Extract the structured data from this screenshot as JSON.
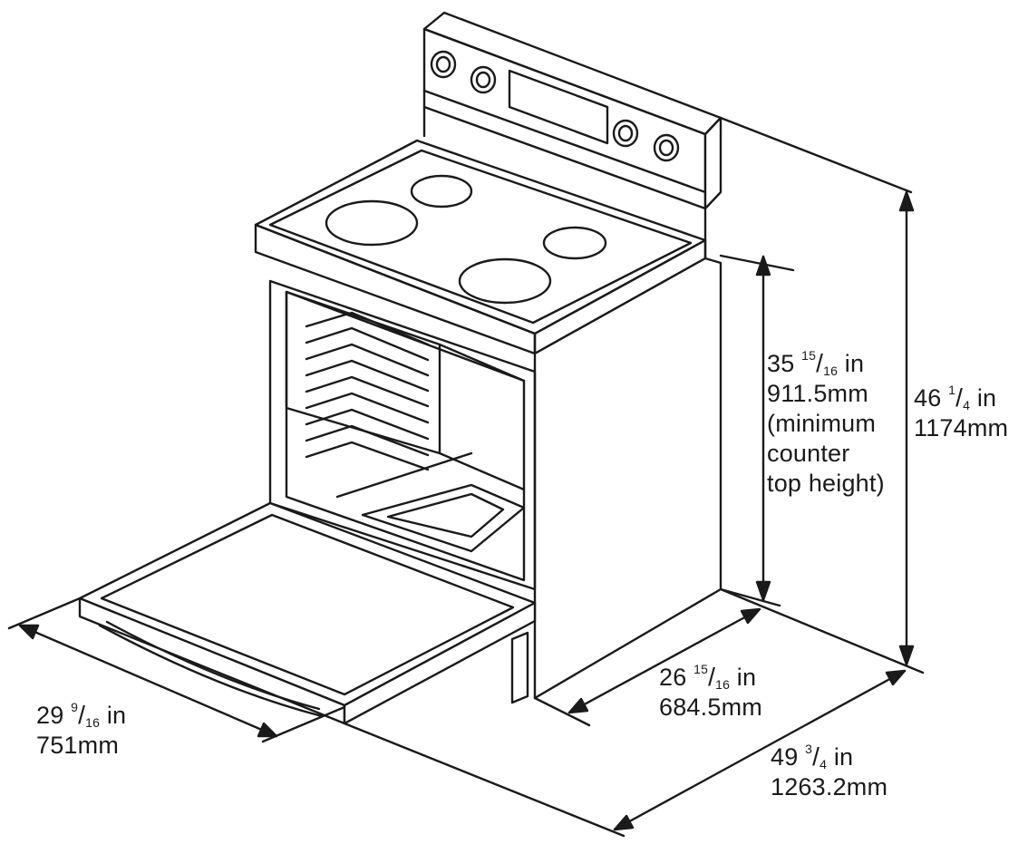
{
  "dimensions": {
    "cooktop_height": {
      "whole": "35",
      "num": "15",
      "den": "16",
      "unit": "in",
      "metric": "911.5mm",
      "notes": [
        "(minimum",
        "counter",
        "top height)"
      ]
    },
    "overall_height": {
      "whole": "46",
      "num": "1",
      "den": "4",
      "unit": "in",
      "metric": "1174mm"
    },
    "depth": {
      "whole": "26",
      "num": "15",
      "den": "16",
      "unit": "in",
      "metric": "684.5mm"
    },
    "depth_door_open": {
      "whole": "49",
      "num": "3",
      "den": "4",
      "unit": "in",
      "metric": "1263.2mm"
    },
    "width": {
      "whole": "29",
      "num": "9",
      "den": "16",
      "unit": "in",
      "metric": "751mm"
    }
  }
}
